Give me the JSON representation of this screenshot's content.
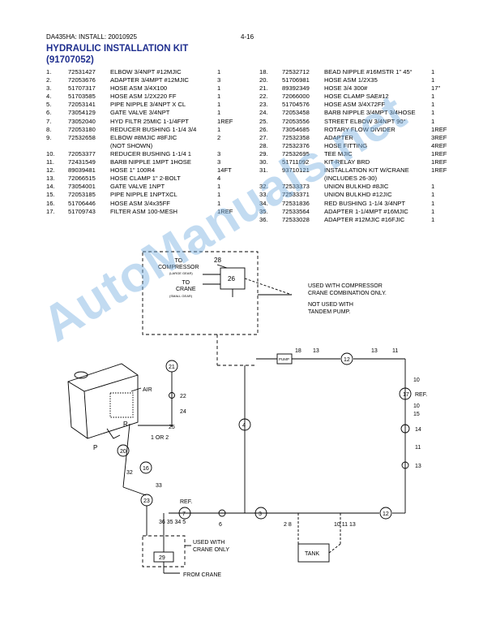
{
  "header": {
    "doc_id": "DA435HA:  INSTALL: 20010925",
    "page": "4-16",
    "title": "HYDRAULIC INSTALLATION KIT",
    "kit_number": "(91707052)"
  },
  "parts_left": [
    {
      "n": "1.",
      "part": "72531427",
      "desc": "ELBOW 3/4NPT #12MJIC",
      "qty": "1"
    },
    {
      "n": "2.",
      "part": "72053676",
      "desc": "ADAPTER 3/4MPT #12MJIC",
      "qty": "3"
    },
    {
      "n": "3.",
      "part": "51707317",
      "desc": "HOSE ASM 3/4X100",
      "qty": "1"
    },
    {
      "n": "4.",
      "part": "51703585",
      "desc": "HOSE ASM 1/2X220 FF",
      "qty": "1"
    },
    {
      "n": "5.",
      "part": "72053141",
      "desc": "PIPE NIPPLE 3/4NPT X CL",
      "qty": "1"
    },
    {
      "n": "6.",
      "part": "73054129",
      "desc": "GATE VALVE 3/4NPT",
      "qty": "1"
    },
    {
      "n": "7.",
      "part": "73052040",
      "desc": "HYD FILTR 25MIC 1-1/4FPT",
      "qty": "1REF"
    },
    {
      "n": "8.",
      "part": "72053180",
      "desc": "REDUCER BUSHING 1-1/4 3/4",
      "qty": "1"
    },
    {
      "n": "9.",
      "part": "72532658",
      "desc": "ELBOW #8MJIC #8FJIC",
      "qty": "2"
    },
    {
      "n": "",
      "part": "",
      "desc": "(NOT SHOWN)",
      "qty": ""
    },
    {
      "n": "10.",
      "part": "72053377",
      "desc": "REDUCER BUSHING 1-1/4 1",
      "qty": "3"
    },
    {
      "n": "11.",
      "part": "72431549",
      "desc": "BARB NIPPLE 1MPT 1HOSE",
      "qty": "3"
    },
    {
      "n": "12.",
      "part": "89039481",
      "desc": "HOSE 1\" 100R4",
      "qty": "14FT"
    },
    {
      "n": "13.",
      "part": "72066515",
      "desc": "HOSE CLAMP 1\" 2-BOLT",
      "qty": "4"
    },
    {
      "n": "14.",
      "part": "73054001",
      "desc": "GATE VALVE 1NPT",
      "qty": "1"
    },
    {
      "n": "15.",
      "part": "72053185",
      "desc": "PIPE NIPPLE 1NPTXCL",
      "qty": "1"
    },
    {
      "n": "16.",
      "part": "51706446",
      "desc": "HOSE ASM 3/4x35FF",
      "qty": "1"
    },
    {
      "n": "17.",
      "part": "51709743",
      "desc": "FILTER ASM 100-MESH",
      "qty": "1REF"
    }
  ],
  "parts_right": [
    {
      "n": "18.",
      "part": "72532712",
      "desc": "BEAD NIPPLE #16MSTR 1\" 45°",
      "qty": "1"
    },
    {
      "n": "20.",
      "part": "51706981",
      "desc": "HOSE ASM 1/2X35",
      "qty": "1"
    },
    {
      "n": "21.",
      "part": "89392349",
      "desc": "HOSE 3/4 300#",
      "qty": "17\""
    },
    {
      "n": "22.",
      "part": "72066000",
      "desc": "HOSE CLAMP SAE#12",
      "qty": "1"
    },
    {
      "n": "23.",
      "part": "51704576",
      "desc": "HOSE ASM 3/4X72FF",
      "qty": "1"
    },
    {
      "n": "24.",
      "part": "72053458",
      "desc": "BARB NIPPLE 3/4MPT 3/4HOSE",
      "qty": "1"
    },
    {
      "n": "25.",
      "part": "72053556",
      "desc": "STREET ELBOW 3/4NPT 90°",
      "qty": "1"
    },
    {
      "n": "26.",
      "part": "73054685",
      "desc": "ROTARY FLOW DIVIDER",
      "qty": "1REF"
    },
    {
      "n": "27.",
      "part": "72532358",
      "desc": "ADAPTER",
      "qty": "3REF"
    },
    {
      "n": "28.",
      "part": "72532376",
      "desc": "HOSE FITTING",
      "qty": "4REF"
    },
    {
      "n": "29.",
      "part": "72532695",
      "desc": "TEE MJIC",
      "qty": "1REF"
    },
    {
      "n": "30.",
      "part": "51711092",
      "desc": "KIT-RELAY BRD",
      "qty": "1REF"
    },
    {
      "n": "31.",
      "part": "93710121",
      "desc": "INSTALLATION KIT W/CRANE",
      "qty": "1REF"
    },
    {
      "n": "",
      "part": "",
      "desc": "(INCLUDES 26-30)",
      "qty": ""
    },
    {
      "n": "32.",
      "part": "72533373",
      "desc": "UNION BULKHD #8JIC",
      "qty": "1"
    },
    {
      "n": "33.",
      "part": "72533371",
      "desc": "UNION BULKHD #12JIC",
      "qty": "1"
    },
    {
      "n": "34.",
      "part": "72531836",
      "desc": "RED BUSHING 1-1/4 3/4NPT",
      "qty": "1"
    },
    {
      "n": "35.",
      "part": "72533564",
      "desc": "ADAPTER 1-1/4MPT #16MJIC",
      "qty": "1"
    },
    {
      "n": "36.",
      "part": "72533028",
      "desc": "ADAPTER #12MJIC #16FJIC",
      "qty": "1"
    }
  ],
  "diagram": {
    "to_compressor": "TO\nCOMPRESSOR",
    "large_gear": "(LARGE GEAR)",
    "to_crane": "TO\nCRANE",
    "small_gear": "(SMALL GEAR)",
    "note_compressor": "USED WITH COMPRESSOR\nCRANE COMBINATION ONLY.",
    "note_tandem": "NOT USED WITH\nTANDEM PUMP.",
    "note_crane": "USED WITH\nCRANE ONLY",
    "from_crane": "FROM CRANE",
    "air": "AIR",
    "pump": "PUMP",
    "tank": "TANK",
    "ref": "REF.",
    "one_or_two": "1  OR  2",
    "label_r": "R",
    "label_p": "P",
    "watermark": "AutoManuals.net",
    "colors": {
      "ink": "#000000",
      "title_blue": "#1f2f8f",
      "watermark_blue": "#78afe1"
    }
  }
}
